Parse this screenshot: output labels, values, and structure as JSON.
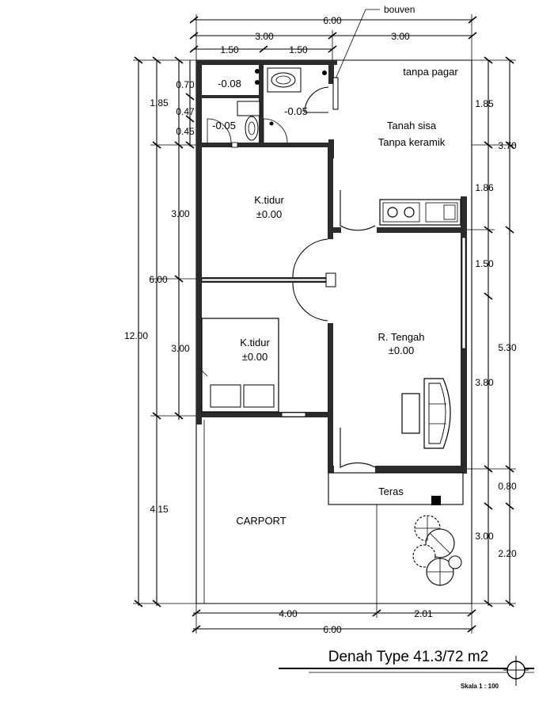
{
  "top_dims": {
    "overall": "6.00",
    "half_left": "3.00",
    "half_right": "3.00",
    "quarter_1": "1.50",
    "quarter_2": "1.50",
    "bouven": "bouven"
  },
  "left_dims": {
    "total": "12.00",
    "house": "6.00",
    "bath": "1.85",
    "bath_a": "0.70",
    "bath_b": "0.47",
    "bath_c": "0.45",
    "bed1": "3.00",
    "bed2": "3.00",
    "carport": "4.15"
  },
  "right_dims": {
    "d1": "1.85",
    "d2": "1.86",
    "d3": "1.50",
    "d4": "3.80",
    "d5": "0.80",
    "d6": "3.00",
    "outer1": "3.70",
    "outer2": "5.30",
    "outer3": "2.20"
  },
  "bottom_dims": {
    "left": "4.00",
    "right": "2.01",
    "overall": "6.00"
  },
  "rooms": {
    "tanpa_pagar": "tanpa pagar",
    "tanah_sisa": "Tanah sisa",
    "tanpa_keramik": "Tanpa keramik",
    "bath_level_1": "-0.08",
    "bath_level_2": "-0.05",
    "bath_level_3": "-0.05",
    "bed1_name": "K.tidur",
    "bed1_level": "±0.00",
    "bed2_name": "K.tidur",
    "bed2_level": "±0.00",
    "living_name": "R. Tengah",
    "living_level": "±0.00",
    "teras": "Teras",
    "carport": "CARPORT"
  },
  "title": {
    "main": "Denah Type 41.3/72 m2",
    "scale": "Skala 1 : 100"
  },
  "colors": {
    "wall": "#2b2b2b",
    "line": "#000000",
    "background": "#ffffff"
  }
}
